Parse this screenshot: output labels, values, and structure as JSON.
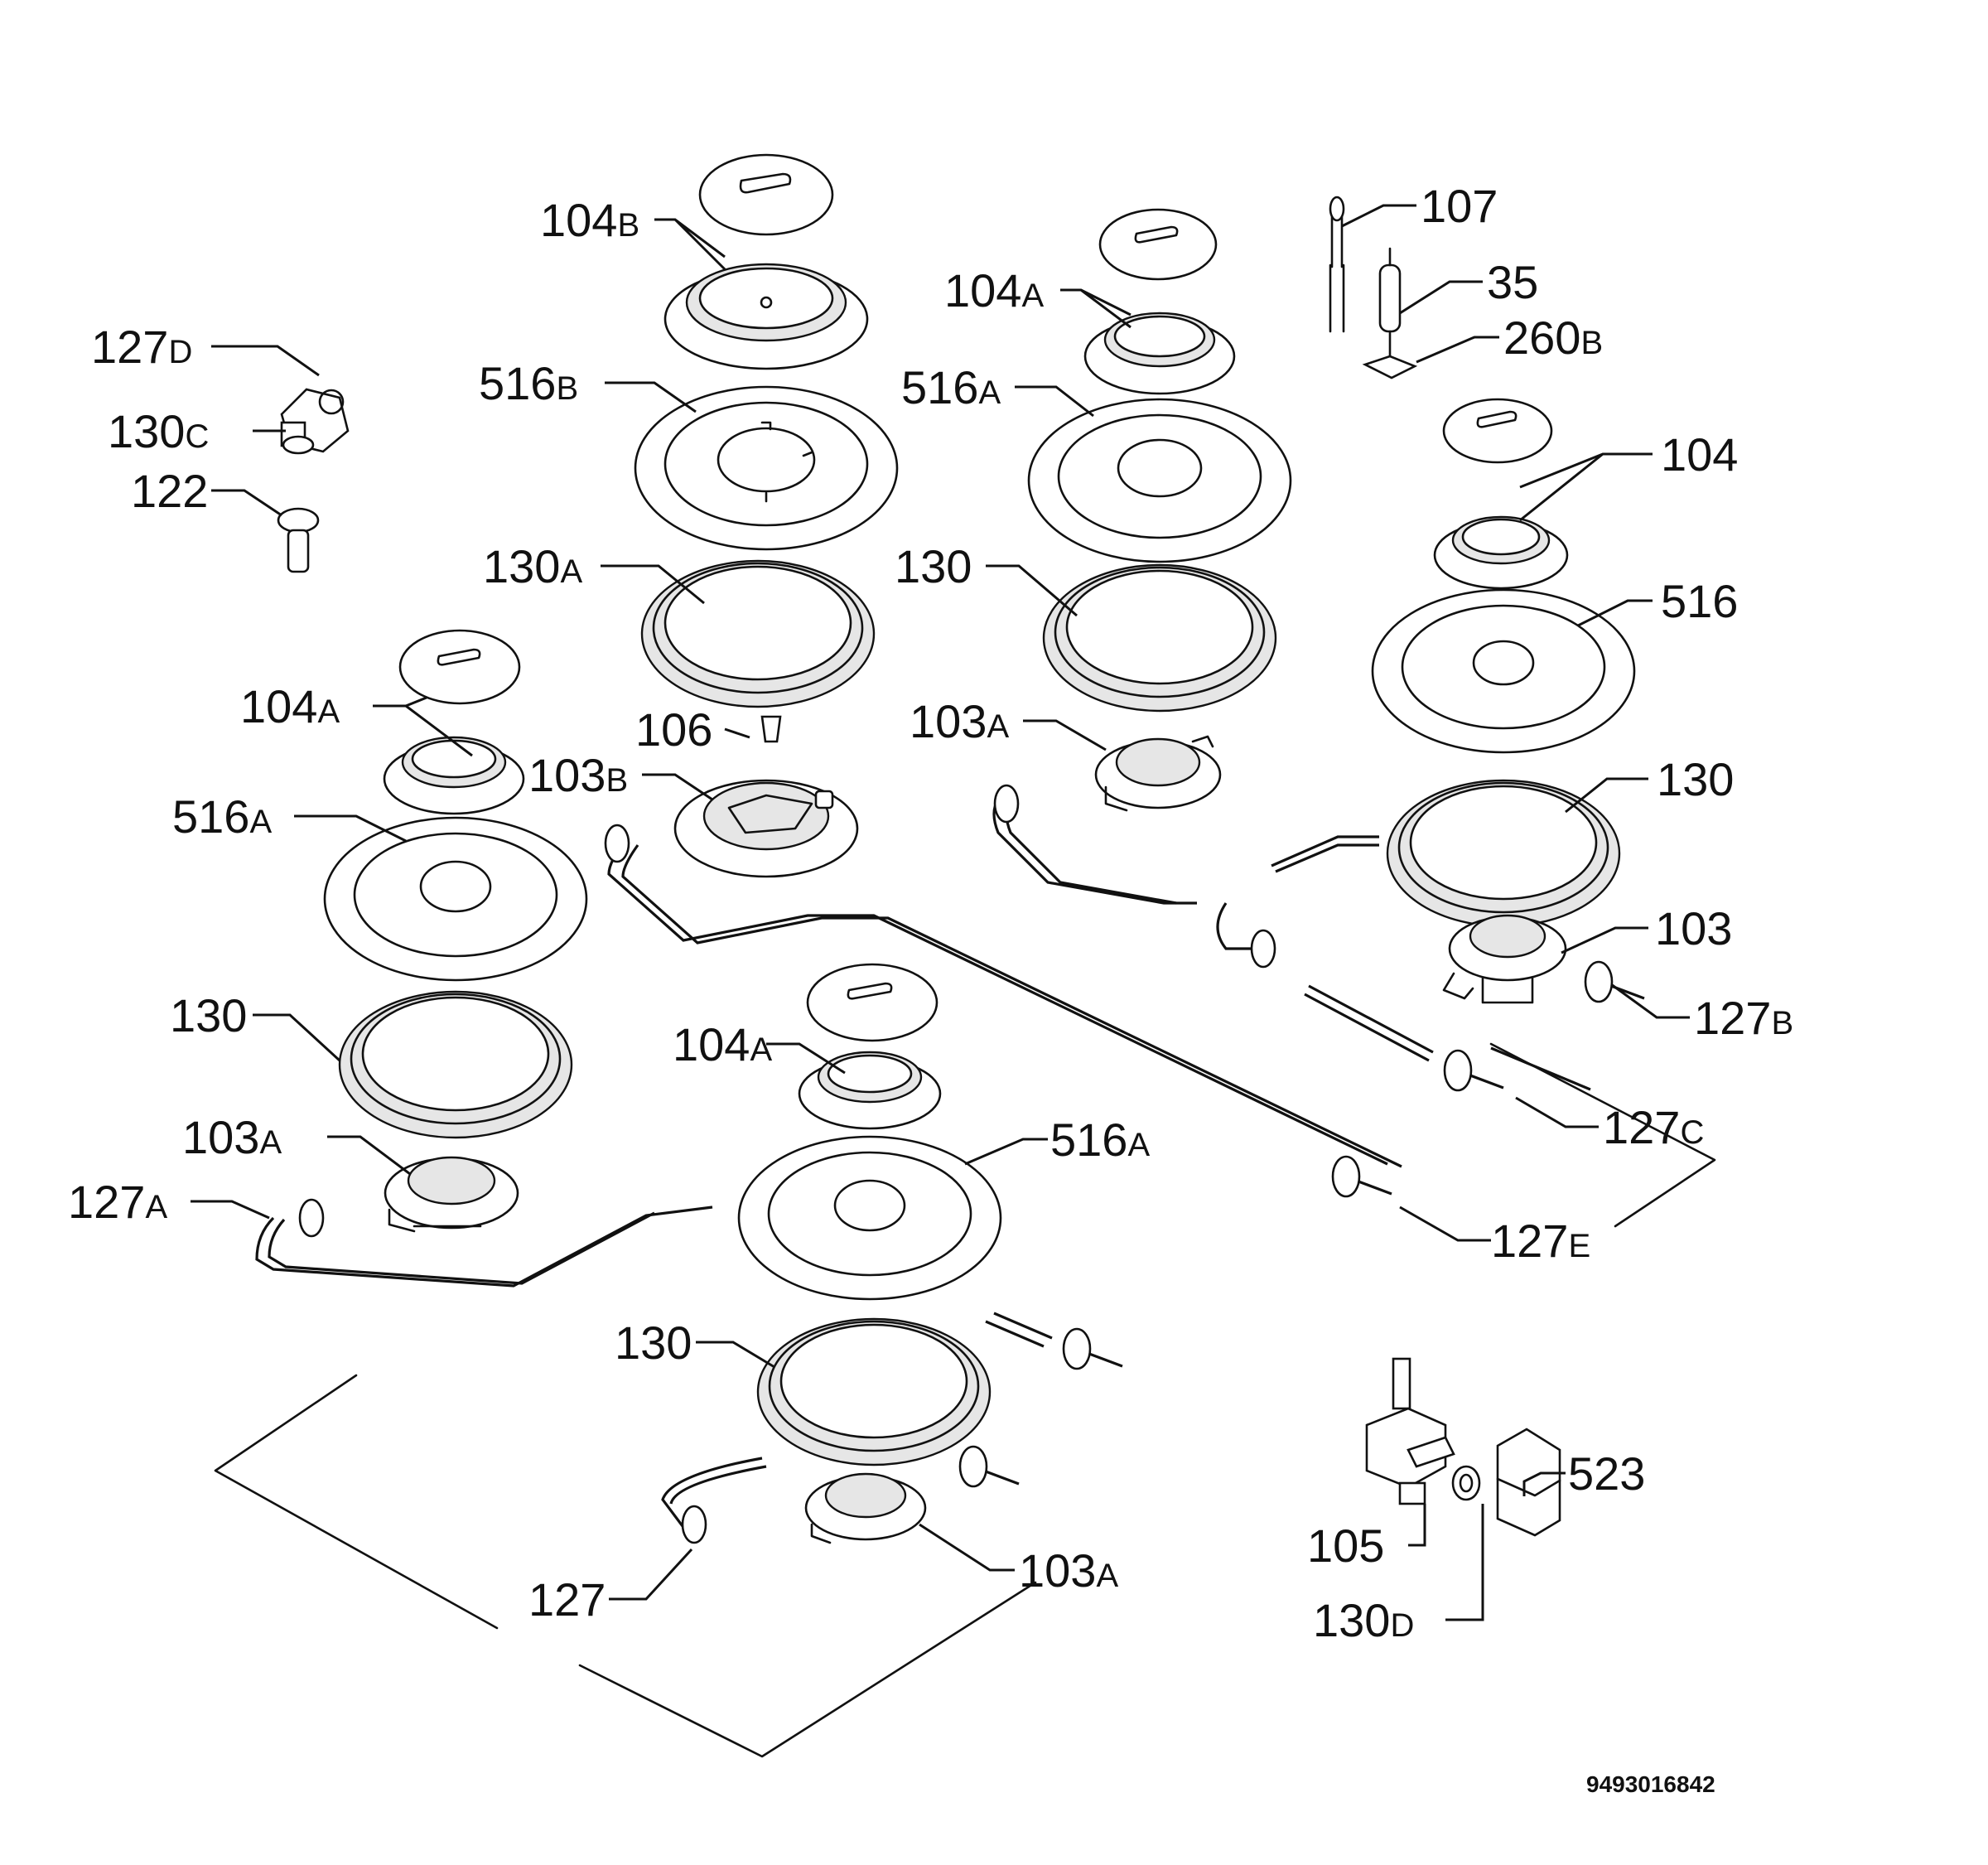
{
  "labels": {
    "l104B": {
      "num": "104",
      "suf": "B"
    },
    "l104A_top": {
      "num": "104",
      "suf": "A"
    },
    "l107": {
      "num": "107",
      "suf": ""
    },
    "l35": {
      "num": "35",
      "suf": ""
    },
    "l260B": {
      "num": "260",
      "suf": "B"
    },
    "l127D": {
      "num": "127",
      "suf": "D"
    },
    "l130C": {
      "num": "130",
      "suf": "C"
    },
    "l122": {
      "num": "122",
      "suf": ""
    },
    "l516B": {
      "num": "516",
      "suf": "B"
    },
    "l516A_top": {
      "num": "516",
      "suf": "A"
    },
    "l104": {
      "num": "104",
      "suf": ""
    },
    "l130A": {
      "num": "130",
      "suf": "A"
    },
    "l130_mid": {
      "num": "130",
      "suf": ""
    },
    "l516": {
      "num": "516",
      "suf": ""
    },
    "l104A_left": {
      "num": "104",
      "suf": "A"
    },
    "l106": {
      "num": "106",
      "suf": ""
    },
    "l103A_mid": {
      "num": "103",
      "suf": "A"
    },
    "l103B": {
      "num": "103",
      "suf": "B"
    },
    "l516A_left": {
      "num": "516",
      "suf": "A"
    },
    "l130_right": {
      "num": "130",
      "suf": ""
    },
    "l103": {
      "num": "103",
      "suf": ""
    },
    "l130_left": {
      "num": "130",
      "suf": ""
    },
    "l127B": {
      "num": "127",
      "suf": "B"
    },
    "l104A_bot": {
      "num": "104",
      "suf": "A"
    },
    "l127C": {
      "num": "127",
      "suf": "C"
    },
    "l103A_left": {
      "num": "103",
      "suf": "A"
    },
    "l516A_bot": {
      "num": "516",
      "suf": "A"
    },
    "l127A": {
      "num": "127",
      "suf": "A"
    },
    "l127E": {
      "num": "127",
      "suf": "E"
    },
    "l130_bot": {
      "num": "130",
      "suf": ""
    },
    "l523": {
      "num": "523",
      "suf": ""
    },
    "l105": {
      "num": "105",
      "suf": ""
    },
    "l103A_bot": {
      "num": "103",
      "suf": "A"
    },
    "l127": {
      "num": "127",
      "suf": ""
    },
    "l130D": {
      "num": "130",
      "suf": "D"
    }
  },
  "drawing_code": "9493016842"
}
